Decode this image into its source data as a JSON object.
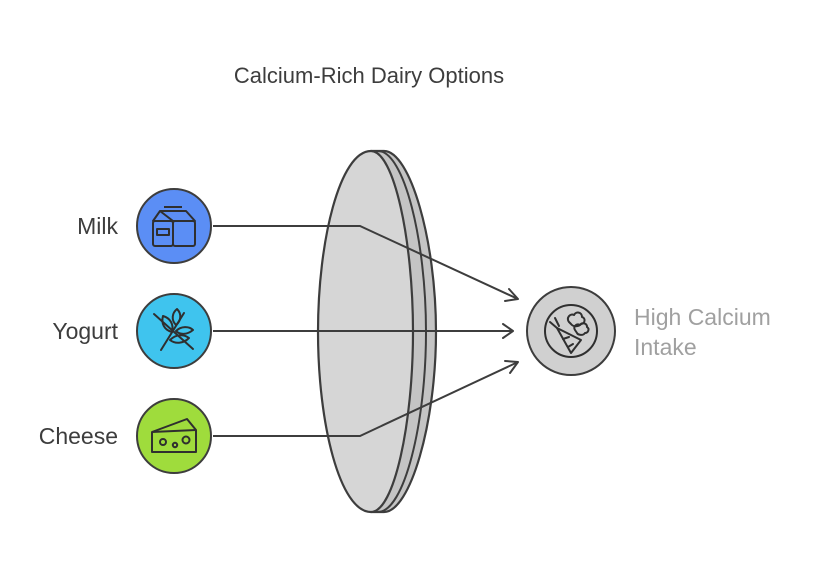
{
  "title": "Calcium-Rich Dairy Options",
  "inputs": [
    {
      "label": "Milk",
      "icon": "milk-carton-icon",
      "color": "#5b8ef5"
    },
    {
      "label": "Yogurt",
      "icon": "no-wheat-icon",
      "color": "#3fc4ee"
    },
    {
      "label": "Cheese",
      "icon": "cheese-icon",
      "color": "#9fdc3c"
    }
  ],
  "lens": {
    "color": "#d4d4d4",
    "edge_color": "#c2c2c2"
  },
  "result": {
    "line1": "High Calcium",
    "line2": "Intake",
    "icon": "vegetables-icon",
    "color": "#d0d0d0"
  }
}
